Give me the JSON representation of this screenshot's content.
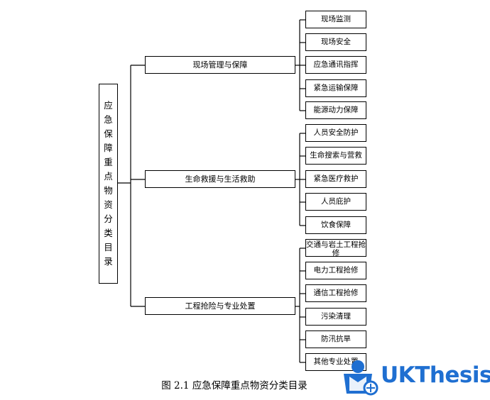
{
  "root": {
    "chars": [
      "应",
      "急",
      "保",
      "障",
      "重",
      "点",
      "物",
      "资",
      "分",
      "类",
      "目",
      "录"
    ]
  },
  "categories": [
    {
      "label": "现场管理与保障",
      "items": [
        "现场监测",
        "现场安全",
        "应急通讯指挥",
        "紧急运输保障",
        "能源动力保障"
      ]
    },
    {
      "label": "生命救援与生活救助",
      "items": [
        "人员安全防护",
        "生命搜索与营救",
        "紧急医疗救护",
        "人员庇护",
        "饮食保障"
      ]
    },
    {
      "label": "工程抢险与专业处置",
      "items": [
        "交通与岩土工程抢修",
        "电力工程抢修",
        "通信工程抢修",
        "污染清理",
        "防汛抗旱",
        "其他专业处置"
      ]
    }
  ],
  "caption": "图 2.1  应急保障重点物资分类目录",
  "logo": {
    "text": "UKThesis",
    "color": "#1f6fd1"
  }
}
